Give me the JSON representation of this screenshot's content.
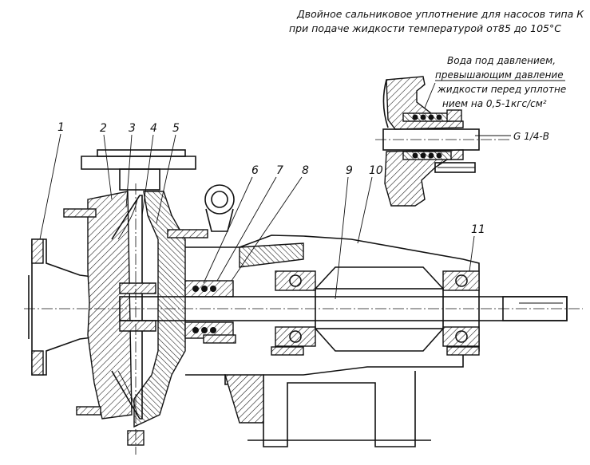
{
  "caption": {
    "line1": "Двойное сальниковое уплотнение для насосов типа К",
    "line2": "при подаче жидкости температурой  от85  до 105°С"
  },
  "inset_note": {
    "line1": "Вода под давлением,",
    "line2": "превышающим давление",
    "line3": "жидкости перед уплотне",
    "line4": "нием на 0,5-1кгс/см²"
  },
  "thread_label": "G 1/4-B",
  "callouts": [
    {
      "id": "1",
      "label": "1"
    },
    {
      "id": "2",
      "label": "2"
    },
    {
      "id": "3",
      "label": "3"
    },
    {
      "id": "4",
      "label": "4"
    },
    {
      "id": "5",
      "label": "5"
    },
    {
      "id": "6",
      "label": "6"
    },
    {
      "id": "7",
      "label": "7"
    },
    {
      "id": "8",
      "label": "8"
    },
    {
      "id": "9",
      "label": "9"
    },
    {
      "id": "10",
      "label": "10"
    },
    {
      "id": "11",
      "label": "11"
    }
  ]
}
